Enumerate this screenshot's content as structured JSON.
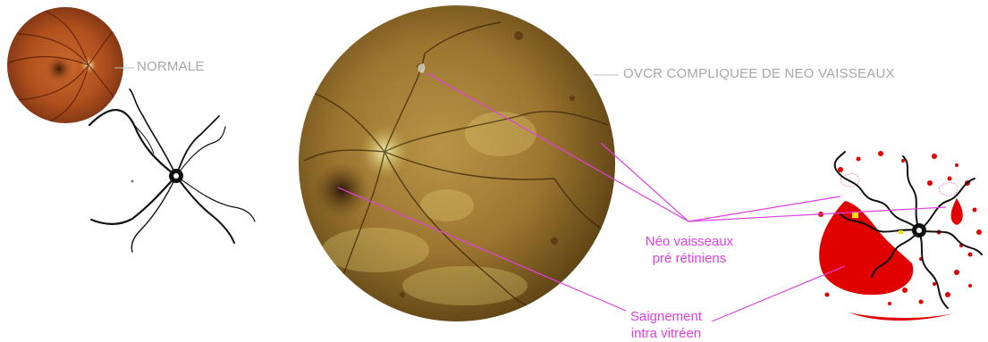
{
  "labels": {
    "normal": "NORMALE",
    "ovcr": "OVCR COMPLIQUEE DE NEO VAISSEAUX",
    "neo_line1": "Néo vaisseaux",
    "neo_line2": "pré rétiniens",
    "bleed_line1": "Saignement",
    "bleed_line2": "intra vitréen"
  },
  "colors": {
    "annotation": "#e040e0",
    "gray_label": "#a7a7a7",
    "blood": "#e00000",
    "fundus_normal": "#b5541f",
    "fundus_ovcr": "#9c7a32",
    "vessel": "#111111"
  }
}
